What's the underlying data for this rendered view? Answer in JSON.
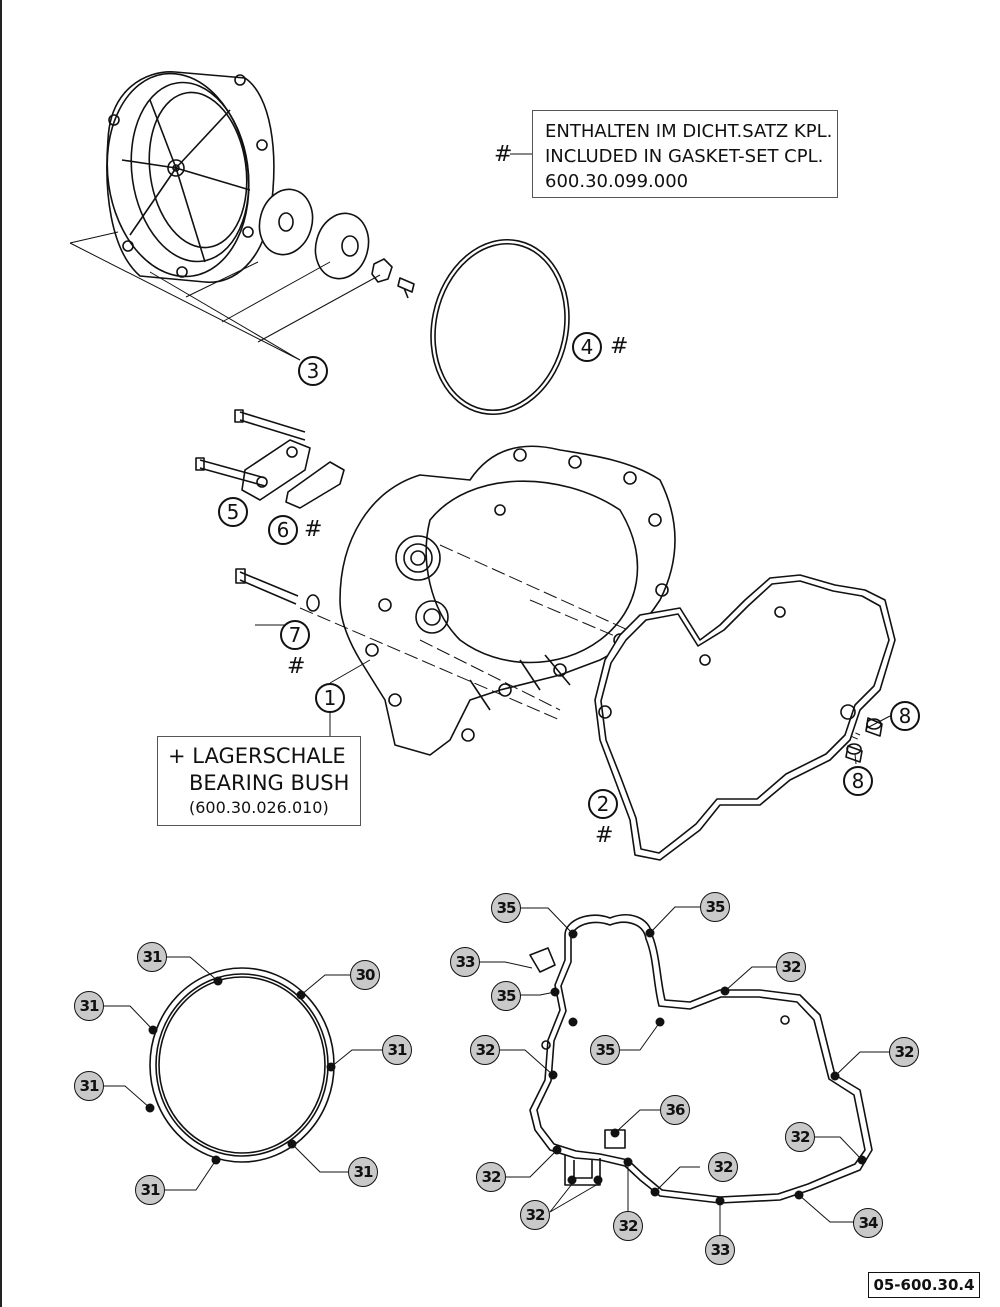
{
  "gasket_note": {
    "lines": [
      "ENTHALTEN IM DICHT.SATZ KPL.",
      "INCLUDED IN GASKET-SET CPL.",
      "600.30.099.000"
    ],
    "marker": "#"
  },
  "bearing_note": {
    "lines": [
      "+ LAGERSCHALE",
      "BEARING BUSH",
      "(600.30.026.010)"
    ]
  },
  "part_callouts": {
    "c3": "3",
    "c4": "4",
    "c5": "5",
    "c6": "6",
    "c7": "7",
    "c1": "1",
    "c8a": "8",
    "c8b": "8",
    "c2": "2"
  },
  "hash_marks": {
    "h4": "#",
    "h6": "#",
    "h7": "#",
    "h2": "#"
  },
  "fastener_callouts_cover": {
    "f31a": "31",
    "f30": "30",
    "f31b": "31",
    "f31c": "31",
    "f31d": "31",
    "f31e": "31",
    "f31f": "31"
  },
  "fastener_callouts_case": {
    "f35a": "35",
    "f35b": "35",
    "f33a": "33",
    "f35c": "35",
    "f32a": "32",
    "f35d": "35",
    "f32b": "32",
    "f32c": "32",
    "f36": "36",
    "f32d": "32",
    "f32e": "32",
    "f32f": "32",
    "f32g": "32",
    "f32h": "32",
    "f34": "34",
    "f33b": "33"
  },
  "document_id": "05-600.30.4"
}
